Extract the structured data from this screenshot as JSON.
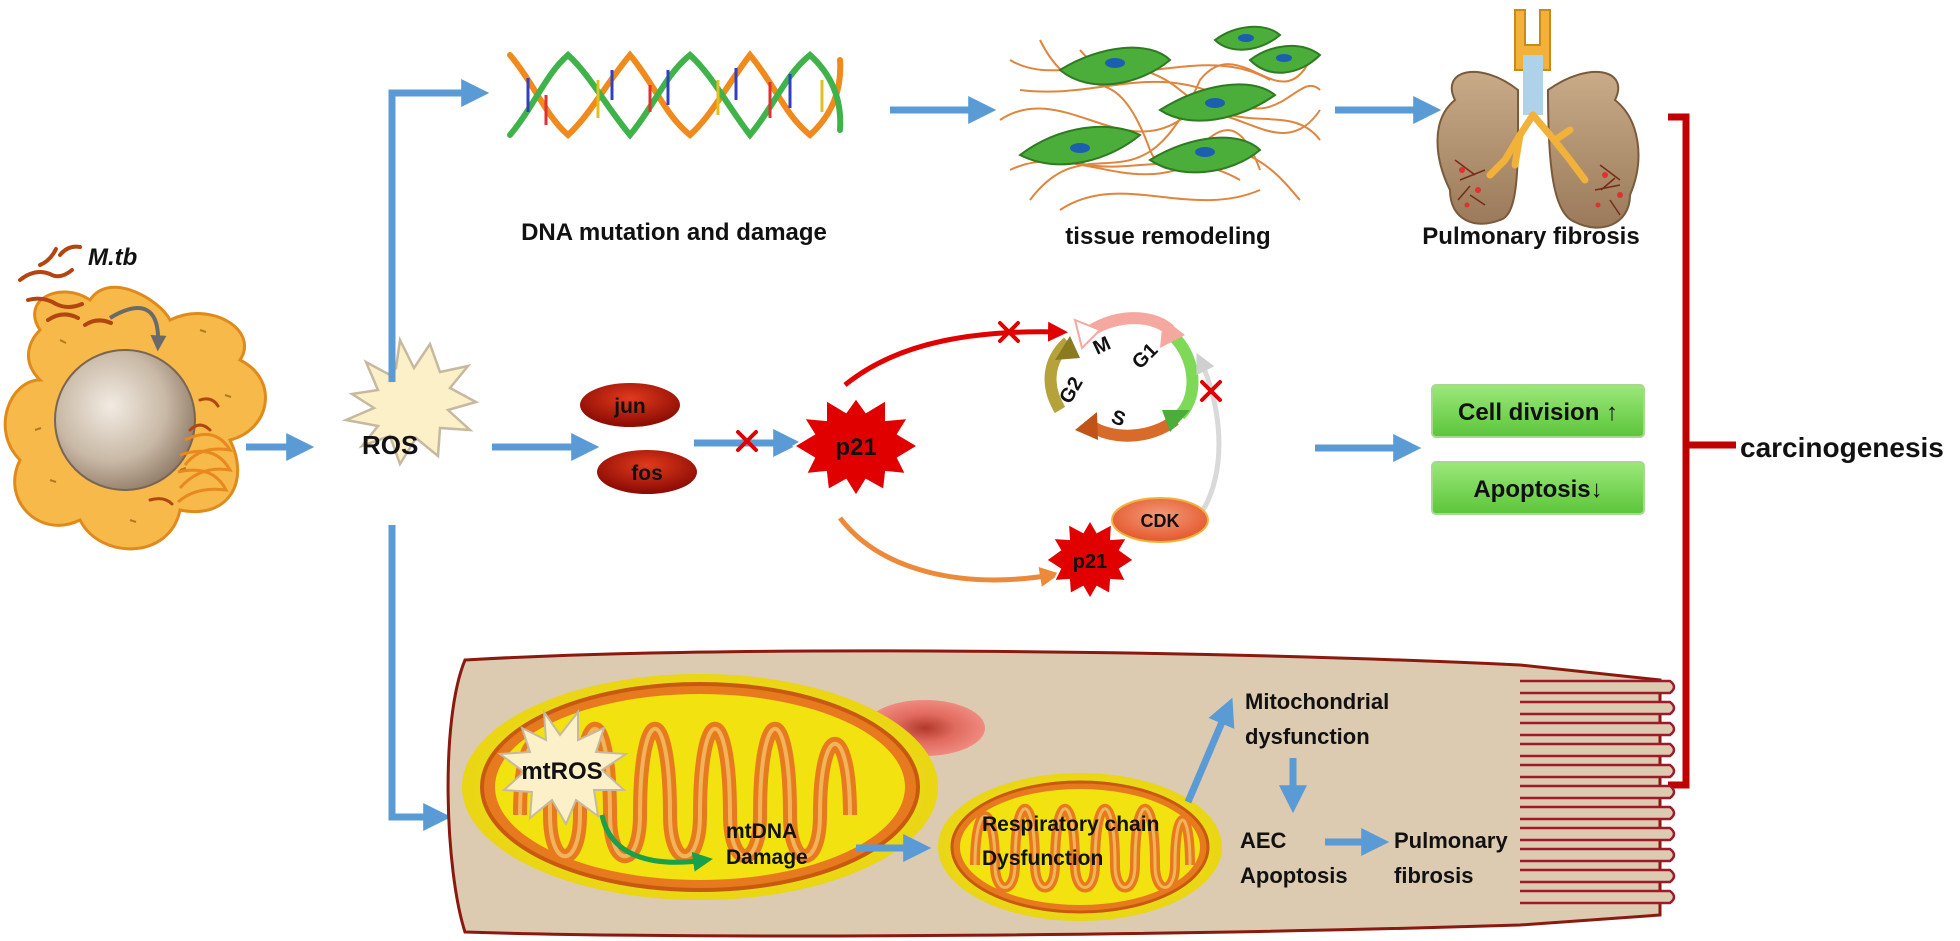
{
  "pathogen": {
    "label": "M.tb"
  },
  "ros": {
    "label": "ROS"
  },
  "top_row": {
    "dna": {
      "label": "DNA mutation and damage"
    },
    "tissue": {
      "label": "tissue remodeling"
    },
    "fibrosis": {
      "label": "Pulmonary fibrosis"
    }
  },
  "middle_row": {
    "jun": "jun",
    "fos": "fos",
    "p21_upper": "p21",
    "p21_lower": "p21",
    "cdk": "CDK",
    "cycle_phases": {
      "m": "M",
      "g1": "G1",
      "s": "S",
      "g2": "G2"
    }
  },
  "outcomes": {
    "cell_division": "Cell division ↑",
    "apoptosis": "Apoptosis↓",
    "carcinogenesis": "carcinogenesis"
  },
  "mito_row": {
    "mtros": "mtROS",
    "mtdna_line1": "mtDNA",
    "mtdna_line2": "Damage",
    "resp_line1": "Respiratory chain",
    "resp_line2": "Dysfunction",
    "mito_dys_line1": "Mitochondrial",
    "mito_dys_line2": "dysfunction",
    "aec_line1": "AEC",
    "aec_line2": "Apoptosis",
    "pf_line1": "Pulmonary",
    "pf_line2": "fibrosis"
  },
  "colors": {
    "arrow_blue": "#5b9bd5",
    "block_red": "#e00000",
    "bracket_red": "#c00000",
    "green_box": "#7ed957",
    "cell_orange": "#f6b94a",
    "ros_star": "#fbf0c8",
    "mito_yellow": "#f2e20f",
    "tissue_beige": "#dccab1"
  }
}
